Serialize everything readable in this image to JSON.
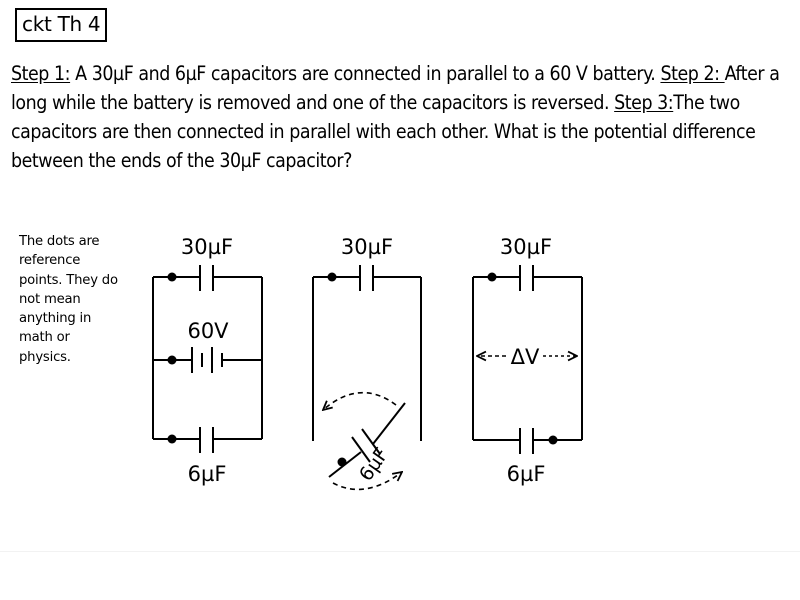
{
  "slide": {
    "title": "ckt Th 4",
    "problem": {
      "step1_label": "Step 1:",
      "step1_text": " A 30µF and 6µF capacitors are connected in parallel to a 60 V battery. ",
      "step2_label": "Step 2: ",
      "step2_text": "After a long while the battery is removed and one of the capacitors is reversed. ",
      "step3_label": "Step 3:",
      "step3_text": "The two capacitors are then connected in parallel with each other. What is the potential difference between the ends of the 30µF capacitor?"
    },
    "note": "The dots are reference points. They do not mean anything in math or physics."
  },
  "circuits": {
    "step1": {
      "top_capacitor_label": "30µF",
      "battery_label": "60V",
      "bottom_capacitor_label": "6µF"
    },
    "step2": {
      "top_capacitor_label": "30µF",
      "rotated_capacitor_label": "6µF"
    },
    "step3": {
      "top_capacitor_label": "30µF",
      "voltage_label": "ΔV",
      "bottom_capacitor_label": "6µF"
    }
  }
}
